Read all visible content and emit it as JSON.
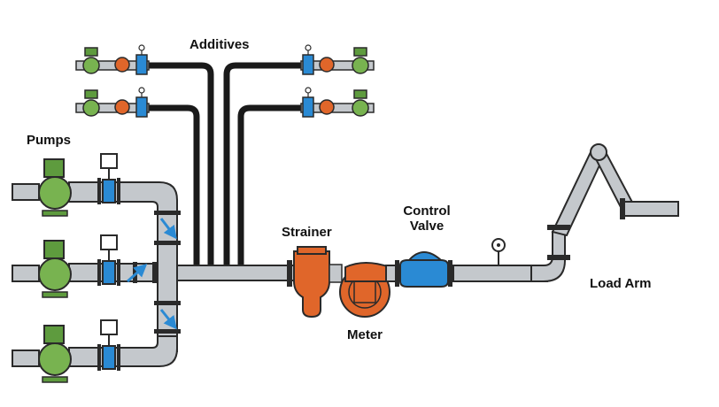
{
  "labels": {
    "additives": "Additives",
    "pumps": "Pumps",
    "strainer": "Strainer",
    "control_valve_line1": "Control",
    "control_valve_line2": "Valve",
    "meter": "Meter",
    "load_arm": "Load Arm"
  },
  "colors": {
    "pipe": "#c4c8cc",
    "pipe_outline": "#2a2a2a",
    "additive_line": "#1a1a1a",
    "pump": "#78b350",
    "motor": "#5e9b3e",
    "valve_blue": "#2a8ad4",
    "strainer": "#e0662a",
    "meter": "#e0662a",
    "flange": "#2a2a2a",
    "transmitter_box": "#ffffff"
  },
  "icons": [
    "pump-icon",
    "valve-icon",
    "strainer-icon",
    "meter-icon",
    "control-valve-icon",
    "pressure-gauge-icon",
    "check-valve-icon"
  ]
}
